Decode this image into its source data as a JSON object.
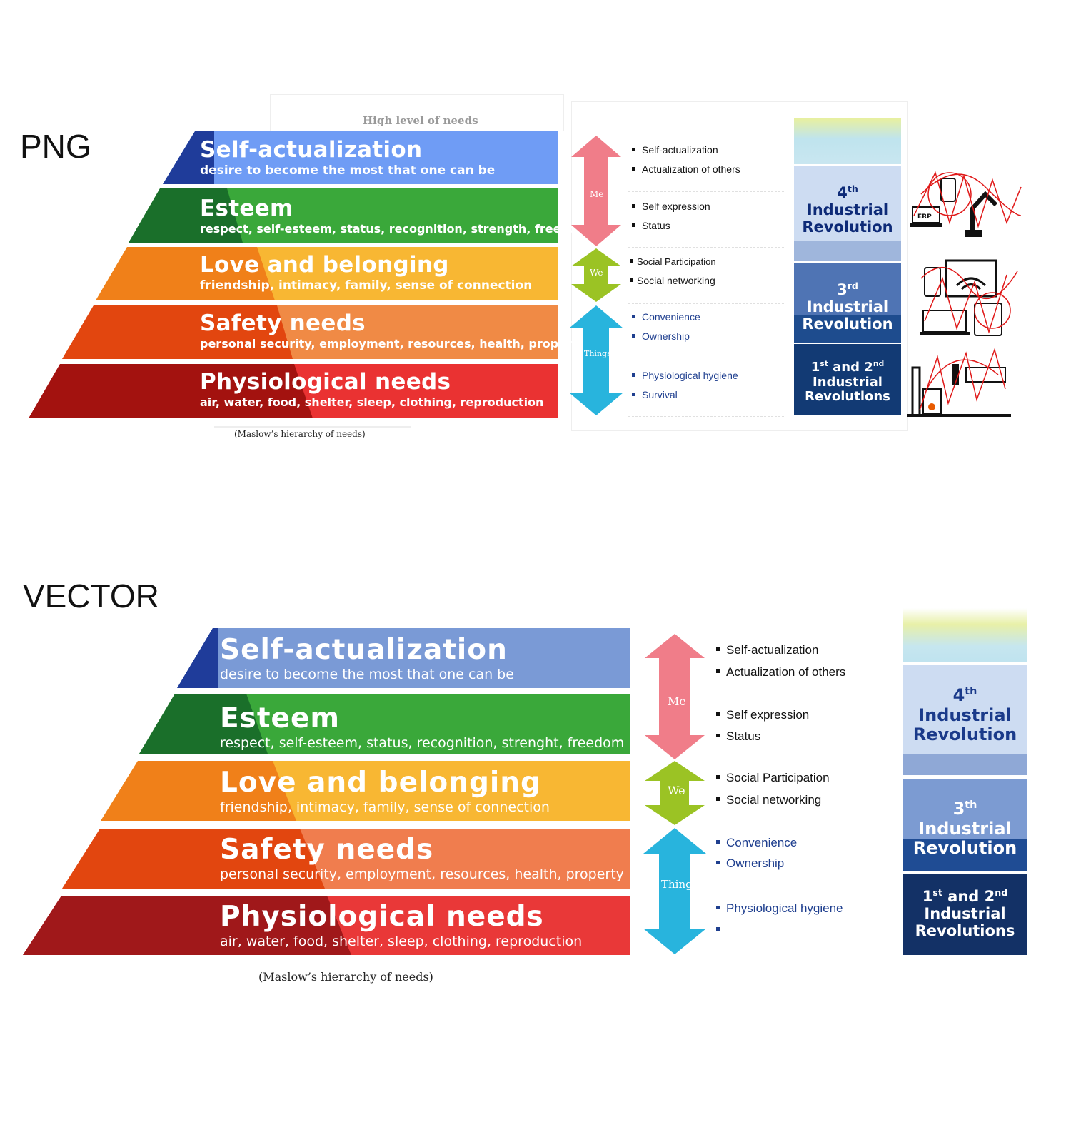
{
  "labels": {
    "top": "PNG",
    "bottom": "VECTOR"
  },
  "png": {
    "header": "High level of  needs",
    "caption": "(Maslow’s hierarchy of needs)",
    "tiers": [
      {
        "title": "Self-actualization",
        "sub": "desire to become the most that one can be"
      },
      {
        "title": "Esteem",
        "sub": "respect, self-esteem, status, recognition, strength, freedom"
      },
      {
        "title": "Love and belonging",
        "sub": "friendship, intimacy, family, sense of connection"
      },
      {
        "title": "Safety needs",
        "sub": "personal security, employment, resources, health, property"
      },
      {
        "title": "Physiological needs",
        "sub": "air, water, food, shelter, sleep, clothing, reproduction"
      }
    ],
    "arrows": {
      "me": "Me",
      "we": "We",
      "things": "Things"
    },
    "bullets": [
      "Self-actualization",
      "Actualization of others",
      "Self expression",
      "Status",
      "Social  Participation",
      "Social networking",
      "Convenience",
      "Ownership",
      "Physiological hygiene",
      "Survival"
    ],
    "revolutions": {
      "fourth": {
        "num": "4",
        "sup": "th",
        "l1": "Industrial",
        "l2": "Revolution"
      },
      "third": {
        "num": "3",
        "sup": "rd",
        "l1": "Industrial",
        "l2": "Revolution"
      },
      "first": {
        "n1": "1",
        "s1": "st",
        "and": " and ",
        "n2": "2",
        "s2": "nd",
        "l1": "Industrial",
        "l2": "Revolutions"
      }
    },
    "icons": [
      "erp-robot-arm-icon",
      "devices-wifi-icon",
      "factory-worker-icon"
    ],
    "icon_text": {
      "erp": "ERP"
    }
  },
  "vector": {
    "caption": "(Maslow’s hierarchy of needs)",
    "tiers": [
      {
        "title": "Self-actualization",
        "sub": "desire to become the most that one can be"
      },
      {
        "title": "Esteem",
        "sub": "respect, self-esteem, status, recognition, strenght, freedom"
      },
      {
        "title": "Love and belonging",
        "sub": "friendship, intimacy, family, sense of connection"
      },
      {
        "title": "Safety needs",
        "sub": "personal security, employment, resources, health, property"
      },
      {
        "title": "Physiological needs",
        "sub": "air, water, food, shelter, sleep, clothing, reproduction"
      }
    ],
    "arrows": {
      "me": "Me",
      "we": "We",
      "things": "Things"
    },
    "bullets": [
      "Self-actualization",
      "Actualization of others",
      "Self expression",
      "Status",
      "Social Participation",
      "Social networking",
      "Convenience",
      "Ownership",
      "Physiological hygiene",
      ""
    ],
    "revolutions": {
      "fourth": {
        "num": "4",
        "sup": "th",
        "l1": "Industrial",
        "l2": "Revolution"
      },
      "third": {
        "num": "3",
        "sup": "th",
        "l1": "Industrial",
        "l2": "Revolution"
      },
      "first": {
        "n1": "1",
        "s1": "st",
        "and": " and ",
        "n2": "2",
        "s2": "nd",
        "l1": "Industrial",
        "l2": "Revolutions"
      }
    }
  },
  "colors": {
    "tier_blue": "#6f9cf5",
    "tier_blue_dark": "#1f3c9a",
    "tier_green": "#3aa83a",
    "tier_green_dark": "#1a6f2a",
    "tier_yellow": "#f8b733",
    "tier_orange": "#f08019",
    "tier_salmon": "#f07d3e",
    "tier_orange_dark": "#e2460f",
    "tier_red": "#ea3232",
    "tier_red_dark": "#a3120f",
    "arrow_pink": "#f07d89",
    "arrow_lime": "#9bc324",
    "arrow_cyan": "#28b4dd",
    "rev_light": "#cddcf2",
    "rev_mid": "#9fb6dc",
    "rev_blue": "#4f74b4",
    "rev_dark": "#123a7a",
    "rev_navy": "#133166"
  }
}
